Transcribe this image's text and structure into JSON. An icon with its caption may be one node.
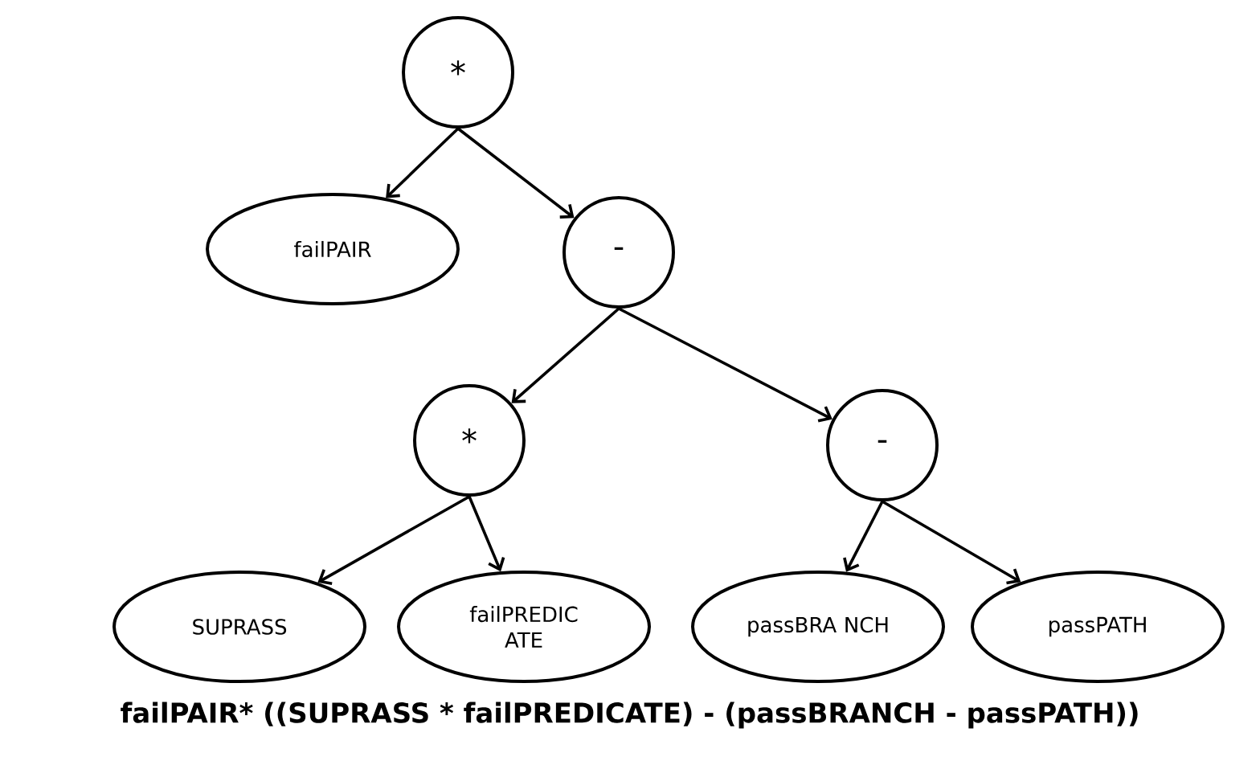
{
  "diagram": {
    "caption": "failPAIR* ((SUPRASS * failPREDICATE) - (passBRANCH - passPATH))",
    "nodes": [
      {
        "text": [
          "*"
        ]
      },
      {
        "text": [
          "failPAIR"
        ]
      },
      {
        "text": [
          "-"
        ]
      },
      {
        "text": [
          "*"
        ]
      },
      {
        "text": [
          "-"
        ]
      },
      {
        "text": [
          "SUPRASS"
        ]
      },
      {
        "text": [
          "failPREDIC ATE"
        ]
      },
      {
        "text": [
          "passBRA NCH"
        ]
      },
      {
        "text": [
          "passPATH"
        ]
      }
    ],
    "edges": [
      {
        "from": 0,
        "to": 1,
        "arrow": "to"
      },
      {
        "from": 0,
        "to": 2,
        "arrow": "to"
      },
      {
        "from": 2,
        "to": 3,
        "arrow": "to"
      },
      {
        "from": 2,
        "to": 4,
        "arrow": "to"
      },
      {
        "from": 3,
        "to": 5,
        "arrow": "to"
      },
      {
        "from": 3,
        "to": 6,
        "arrow": "to"
      },
      {
        "from": 4,
        "to": 7,
        "arrow": "to"
      },
      {
        "from": 4,
        "to": 8,
        "arrow": "to"
      }
    ]
  }
}
